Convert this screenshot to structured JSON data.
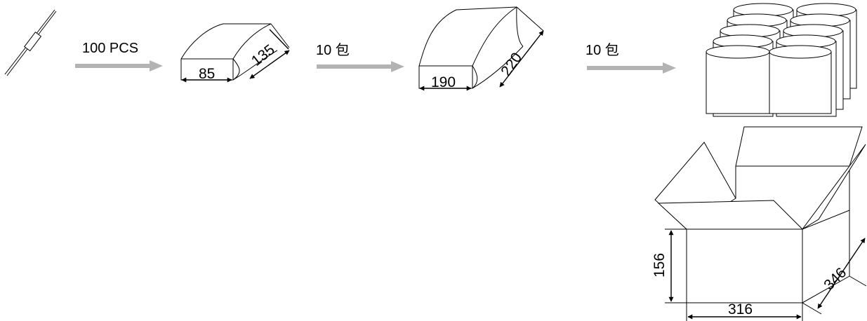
{
  "steps": {
    "pieces": "100 PCS",
    "bags_1": "10 包",
    "bags_2": "10 包"
  },
  "small_bag": {
    "width": "85",
    "depth": "135"
  },
  "large_bag": {
    "width": "190",
    "depth": "220"
  },
  "carton": {
    "height": "156",
    "width": "316",
    "depth": "346"
  },
  "colors": {
    "arrow": "#b3b3b3",
    "line": "#000000"
  }
}
